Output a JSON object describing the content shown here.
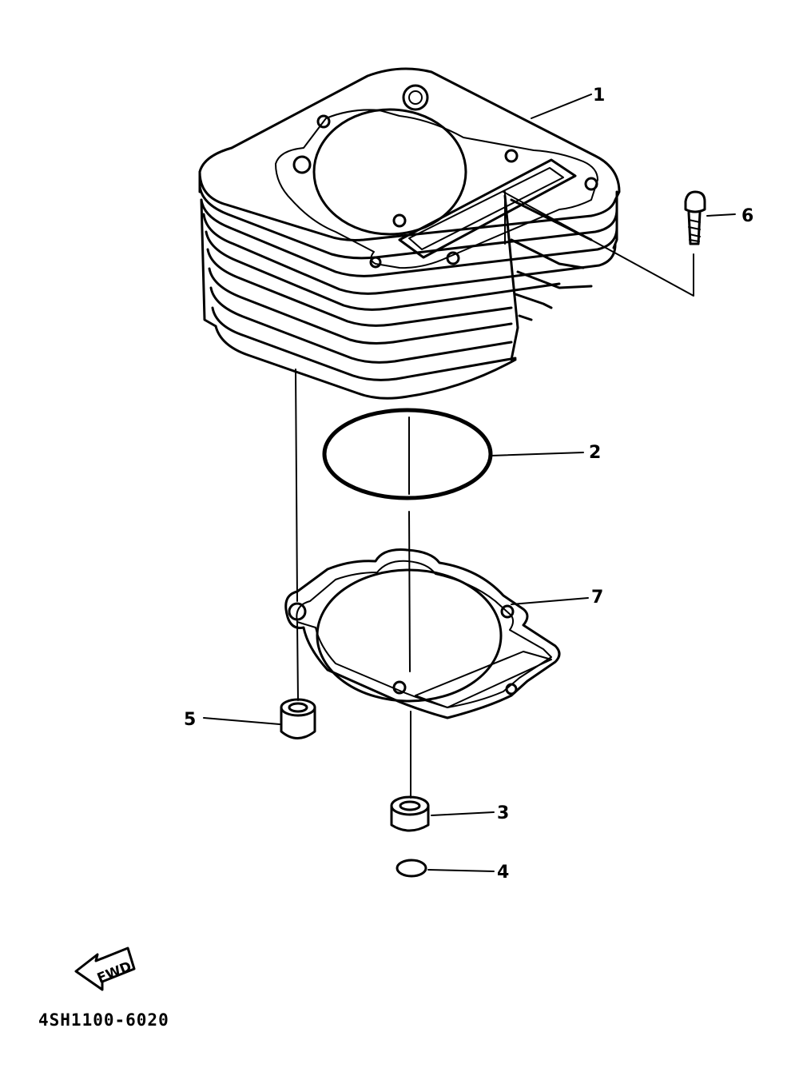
{
  "callouts": {
    "c1": "1",
    "c2": "2",
    "c3": "3",
    "c4": "4",
    "c5": "5",
    "c6": "6",
    "c7": "7"
  },
  "fwd_label": "FWD",
  "diagram_code": "4SH1100-6020"
}
